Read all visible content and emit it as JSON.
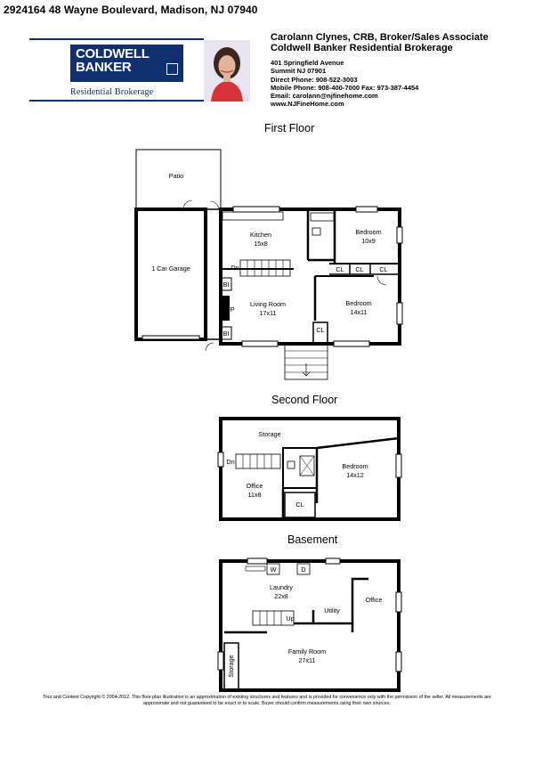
{
  "listing": {
    "header": "2924164  48 Wayne Boulevard, Madison, NJ 07940"
  },
  "brand": {
    "logo_line1": "COLDWELL",
    "logo_line2": "BANKER",
    "sub": "Residential Brokerage",
    "color": "#0f2f6e"
  },
  "agent": {
    "name_line": "Carolann Clynes, CRB, Broker/Sales Associate",
    "company": "Coldwell Banker Residential Brokerage",
    "details": [
      "401 Springfield Avenue",
      "Summit NJ 07901",
      "Direct Phone: 908-522-3003",
      "Mobile Phone: 908-400-7000 Fax: 973-387-4454",
      "Email: carolann@njfinehome.com",
      "www.NJFineHome.com"
    ]
  },
  "floors": {
    "first": {
      "title": "First Floor",
      "rooms": {
        "patio": "Patio",
        "garage": "1 Car Garage",
        "kitchen": "Kitchen",
        "kitchen_size": "15x8",
        "bedroom1": "Bedroom",
        "bedroom1_size": "10x9",
        "living": "Living Room",
        "living_size": "17x11",
        "bedroom2": "Bedroom",
        "bedroom2_size": "14x11",
        "fp": "FP",
        "dn": "Dn",
        "bi1": "BI",
        "bi2": "BI",
        "cl1": "CL",
        "cl2": "CL",
        "cl3": "CL",
        "cl4": "CL"
      }
    },
    "second": {
      "title": "Second Floor",
      "rooms": {
        "storage": "Storage",
        "dn": "Dn",
        "office": "Office",
        "office_size": "11x8",
        "bedroom": "Bedroom",
        "bedroom_size": "14x12",
        "cl": "CL"
      }
    },
    "basement": {
      "title": "Basement",
      "rooms": {
        "w": "W",
        "d": "D",
        "laundry": "Laundry",
        "laundry_size": "22x8",
        "utility": "Utility",
        "office": "Office",
        "up": "Up",
        "storage": "Storage",
        "family": "Family Room",
        "family_size": "27x11"
      }
    }
  },
  "footer": {
    "line1": "Tour and Content Copyright © 2004-2012. This floor plan illustration is an approximation of existing structures and features and is provided for convenience only with the permission of the seller. All measurements are",
    "line2": "approximate and not guaranteed to be exact or to scale. Buyer should confirm measurements using their own sources."
  }
}
